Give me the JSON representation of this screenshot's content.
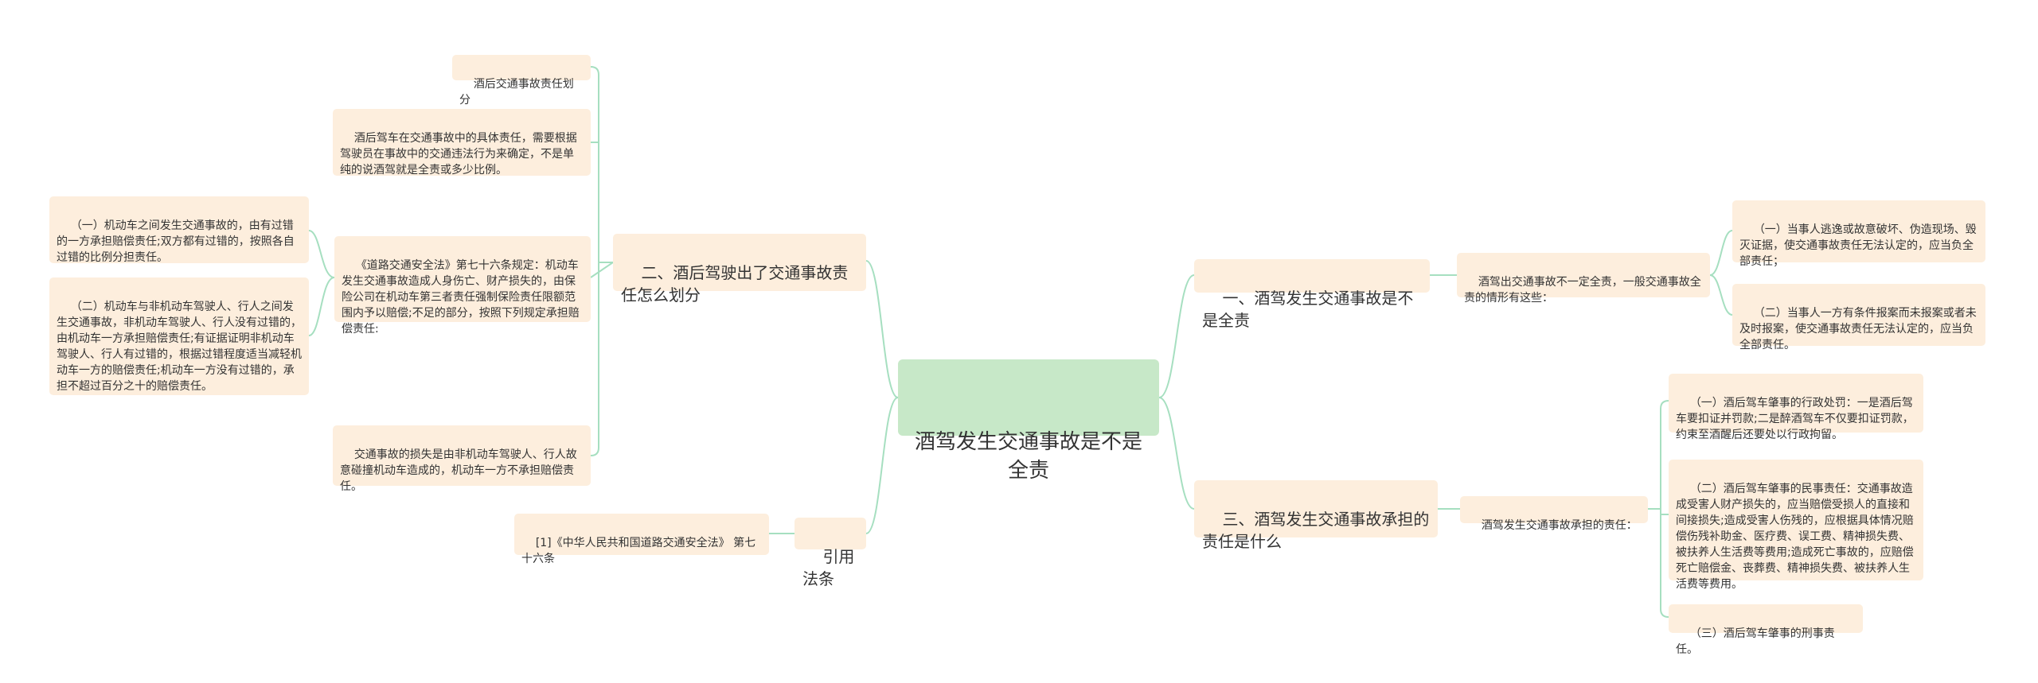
{
  "colors": {
    "root_fill": "#c7e8c8",
    "node_fill": "#fdeedd",
    "link": "#a6dfc0"
  },
  "root": {
    "text": "酒驾发生交通事故是不是全责"
  },
  "left": {
    "branch_2": {
      "label": "二、酒后驾驶出了交通事故责任怎么划分",
      "children": {
        "title_node": "酒后交通事故责任划分",
        "specific_responsibility": "酒后驾车在交通事故中的具体责任，需要根据驾驶员在事故中的交通违法行为来确定，不是单纯的说酒驾就是全责或多少比例。",
        "law_76": "《道路交通安全法》第七十六条规定：机动车发生交通事故造成人身伤亡、财产损失的，由保险公司在机动车第三者责任强制保险责任限额范围内予以赔偿;不足的部分，按照下列规定承担赔偿责任:",
        "law_76_items": [
          "（一）机动车之间发生交通事故的，由有过错的一方承担赔偿责任;双方都有过错的，按照各自过错的比例分担责任。",
          "（二）机动车与非机动车驾驶人、行人之间发生交通事故，非机动车驾驶人、行人没有过错的，由机动车一方承担赔偿责任;有证据证明非机动车驾驶人、行人有过错的，根据过错程度适当减轻机动车一方的赔偿责任;机动车一方没有过错的，承担不超过百分之十的赔偿责任。"
        ],
        "intentional_collision": "交通事故的损失是由非机动车驾驶人、行人故意碰撞机动车造成的，机动车一方不承担赔偿责任。"
      }
    },
    "citation": {
      "label": "引用法条",
      "item": "[1]《中华人民共和国道路交通安全法》 第七十六条"
    }
  },
  "right": {
    "branch_1": {
      "label": "一、酒驾发生交通事故是不是全责",
      "intro": "酒驾出交通事故不一定全责，一般交通事故全责的情形有这些：",
      "items": [
        "（一）当事人逃逸或故意破坏、伪造现场、毁灭证据，使交通事故责任无法认定的，应当负全部责任；",
        "（二）当事人一方有条件报案而未报案或者未及时报案，使交通事故责任无法认定的，应当负全部责任。"
      ]
    },
    "branch_3": {
      "label": "三、酒驾发生交通事故承担的责任是什么",
      "intro": "酒驾发生交通事故承担的责任：",
      "items": [
        "（一）酒后驾车肇事的行政处罚：一是酒后驾车要扣证并罚款;二是醉酒驾车不仅要扣证罚款，约束至酒醒后还要处以行政拘留。",
        "（二）酒后驾车肇事的民事责任：交通事故造成受害人财产损失的，应当赔偿受损人的直接和间接损失;造成受害人伤残的，应根据具体情况赔偿伤残补助金、医疗费、误工费、精神损失费、被扶养人生活费等费用;造成死亡事故的，应赔偿死亡赔偿金、丧葬费、精神损失费、被扶养人生活费等费用。",
        "（三）酒后驾车肇事的刑事责任。"
      ]
    }
  }
}
